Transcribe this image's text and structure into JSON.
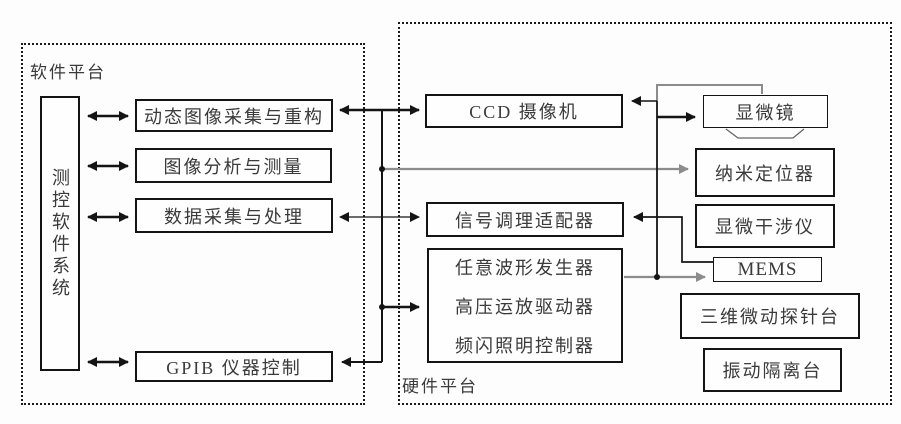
{
  "software_panel": {
    "label": "软件平台",
    "system_box": "测控软件系统",
    "modules": [
      {
        "label": "动态图像采集与重构"
      },
      {
        "label": "图像分析与测量"
      },
      {
        "label": "数据采集与处理"
      },
      {
        "label": "GPIB 仪器控制"
      }
    ]
  },
  "hardware_panel": {
    "label": "硬件平台",
    "devices": {
      "ccd_camera": "CCD 摄像机",
      "signal_adapter": "信号调理适配器",
      "driver_lines": [
        "任意波形发生器",
        "高压运放驱动器",
        "频闪照明控制器"
      ],
      "microscope": "显微镜",
      "nano_positioner": "纳米定位器",
      "interferometer": "显微干涉仪",
      "mems": "MEMS",
      "probe_stage": "三维微动探针台",
      "isolation_table": "振动隔离台"
    }
  },
  "colors": {
    "line_black": "#141414",
    "line_gray": "#8c8c8c",
    "border": "#1a1a1a",
    "text": "#3a3a3a"
  }
}
